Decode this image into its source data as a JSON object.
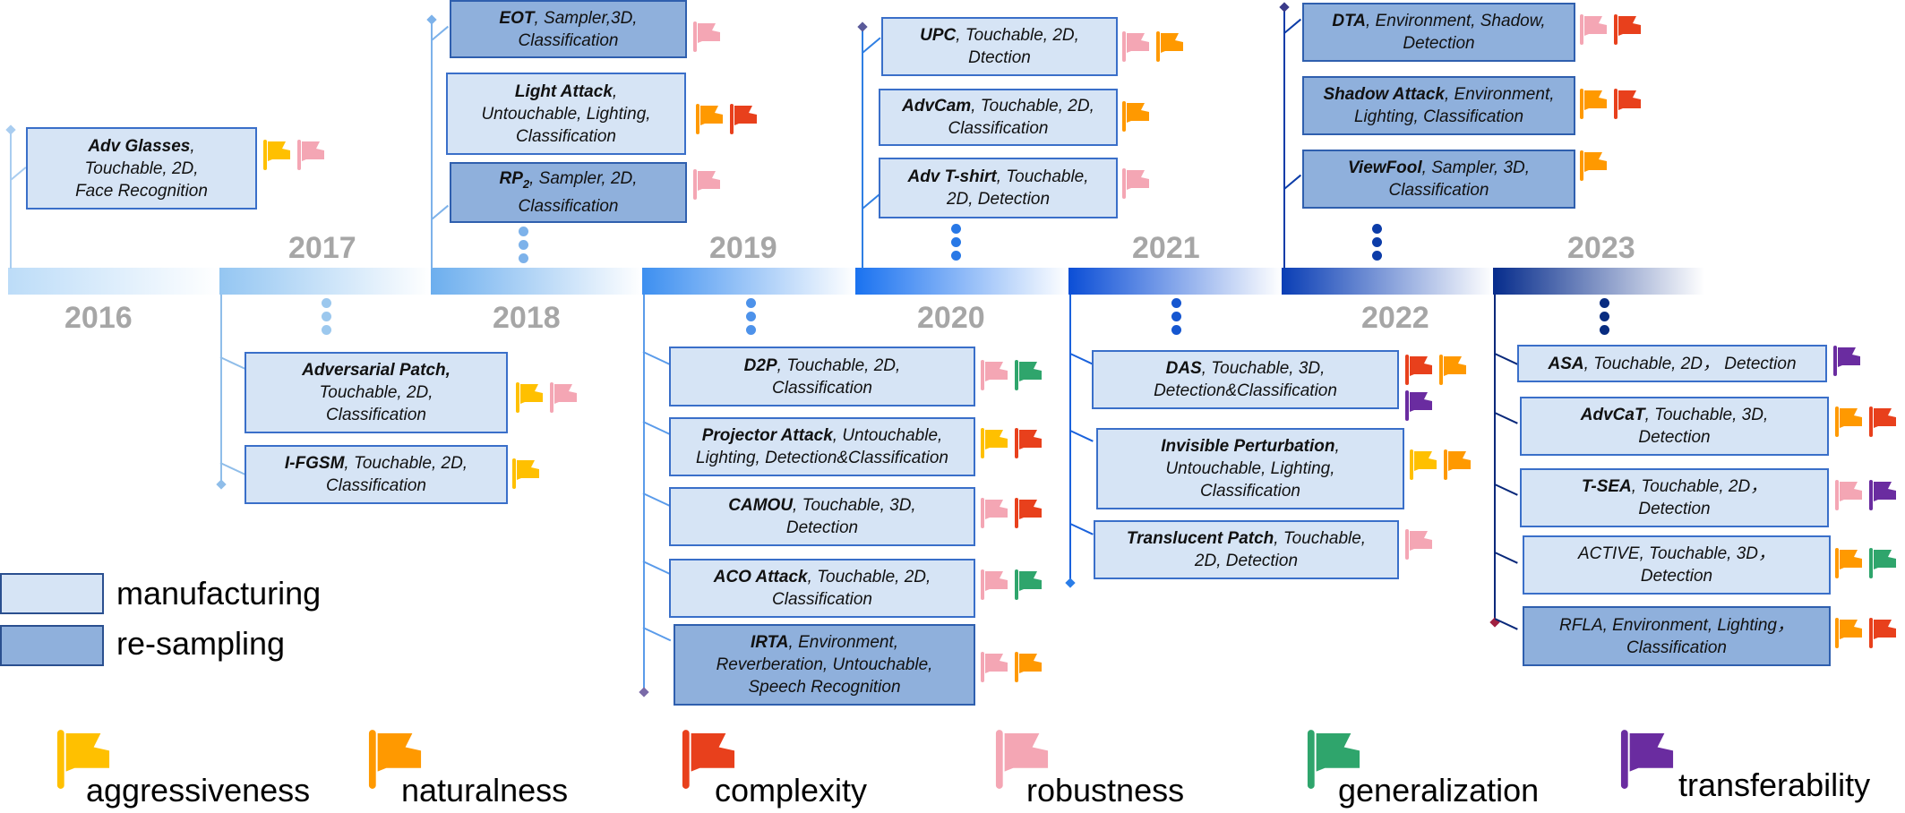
{
  "years": [
    "2016",
    "2017",
    "2018",
    "2019",
    "2020",
    "2021",
    "2022",
    "2023"
  ],
  "legend": {
    "manufacturing": "manufacturing",
    "resampling": "re-sampling"
  },
  "flag_colors": {
    "aggressiveness": "#ffc000",
    "naturalness": "#ff9900",
    "complexity": "#e8401c",
    "robustness": "#f4a6b4",
    "generalization": "#2fa56c",
    "transferability": "#6a2ca0"
  },
  "key": [
    "aggressiveness",
    "naturalness",
    "complexity",
    "robustness",
    "generalization",
    "transferability"
  ],
  "boxes": {
    "advglasses": {
      "name": "Adv Glasses",
      "rest1": ",",
      "line2": "Touchable, 2D,",
      "line3": "Face Recognition"
    },
    "eot": {
      "name": "EOT",
      "rest1": ", Sampler,3D,",
      "line2": "Classification"
    },
    "light": {
      "name": "Light Attack",
      "rest1": ",",
      "line2": "Untouchable, Lighting,",
      "line3": "Classification"
    },
    "rp2": {
      "name": "RP",
      "sub": "2",
      "rest1": ", Sampler, 2D,",
      "line2": "Classification"
    },
    "advpatch": {
      "name": "Adversarial Patch,",
      "line2": "Touchable, 2D,",
      "line3": "Classification"
    },
    "ifgsm": {
      "name": "I-FGSM",
      "rest1": ", Touchable, 2D,",
      "line2": "Classification"
    },
    "upc": {
      "name": "UPC",
      "rest1": ", Touchable, 2D,",
      "line2": "Dtection"
    },
    "advcam": {
      "name": "AdvCam",
      "rest1": ", Touchable, 2D,",
      "line2": "Classification"
    },
    "advtshirt": {
      "name": "Adv T-shirt",
      "rest1": ", Touchable,",
      "line2": "2D, Detection"
    },
    "d2p": {
      "name": "D2P",
      "rest1": ", Touchable, 2D,",
      "line2": "Classification"
    },
    "projector": {
      "name": "Projector Attack",
      "rest1": ", Untouchable,",
      "line2": "Lighting, Detection&Classification"
    },
    "camou": {
      "name": "CAMOU",
      "rest1": ", Touchable, 3D,",
      "line2": "Detection"
    },
    "aco": {
      "name": "ACO Attack",
      "rest1": ", Touchable, 2D,",
      "line2": "Classification"
    },
    "irta": {
      "name": "IRTA",
      "rest1": ", Environment,",
      "line2": "Reverberation, Untouchable,",
      "line3": "Speech  Recognition"
    },
    "dta": {
      "name": "DTA",
      "rest1": ", Environment, Shadow,",
      "line2": "Detection"
    },
    "shadow": {
      "name": "Shadow Attack",
      "rest1": ", Environment,",
      "line2": "Lighting, Classification"
    },
    "viewfool": {
      "name": "ViewFool",
      "rest1": ", Sampler, 3D,",
      "line2": "Classification"
    },
    "das": {
      "name": "DAS",
      "rest1": ", Touchable, 3D,",
      "line2": "Detection&Classification"
    },
    "invisible": {
      "name": "Invisible Perturbation",
      "rest1": ",",
      "line2": "Untouchable, Lighting,",
      "line3": "Classification"
    },
    "translucent": {
      "name": "Translucent Patch",
      "rest1": ", Touchable,",
      "line2": "2D, Detection"
    },
    "asa": {
      "name": "ASA",
      "rest1": ", Touchable, 2D， Detection"
    },
    "advcat": {
      "name": "AdvCaT",
      "rest1": ", Touchable, 3D,",
      "line2": "Detection"
    },
    "tsea": {
      "name": "T-SEA",
      "rest1": ", Touchable, 2D，",
      "line2": "Detection"
    },
    "active": {
      "plain1": "ACTIVE, Touchable, 3D，",
      "line2": "Detection"
    },
    "rfla": {
      "plain1": "RFLA, Environment, Lighting，",
      "line2": "Classification"
    }
  }
}
